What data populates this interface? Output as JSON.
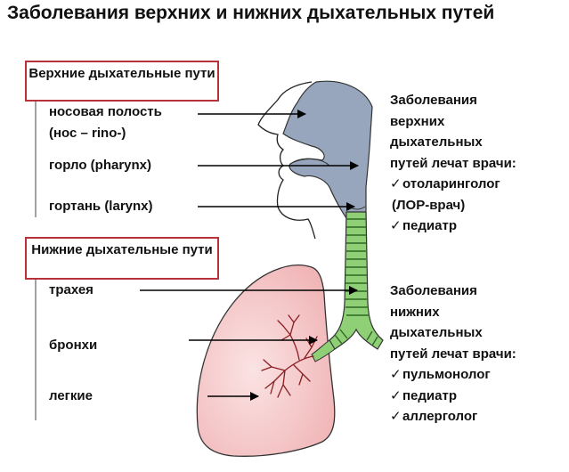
{
  "title": "Заболевания верхних и нижних дыхательных путей",
  "upper": {
    "box_label": "Верхние дыхательные пути",
    "labels": [
      "носовая полость",
      "(нос – rino-)",
      "горло (pharynx)",
      "гортань (larynx)"
    ]
  },
  "lower": {
    "box_label": "Нижние дыхательные пути",
    "labels": [
      "трахея",
      "бронхи",
      "легкие"
    ]
  },
  "upper_doctors": {
    "lines": [
      "Заболевания",
      "верхних",
      "дыхательных",
      "путей лечат врачи:"
    ],
    "items": [
      "отоларинголог",
      "(ЛОР-врач)",
      "педиатр"
    ]
  },
  "lower_doctors": {
    "lines": [
      "Заболевания",
      "нижних",
      "дыхательных",
      "путей лечат врачи:"
    ],
    "items": [
      "пульмонолог",
      "педиатр",
      "аллерголог"
    ]
  },
  "colors": {
    "box_border": "#b8323a",
    "airway": "#97a6bc",
    "trachea": "#8fcf75",
    "lung": "#f3bcbc"
  }
}
